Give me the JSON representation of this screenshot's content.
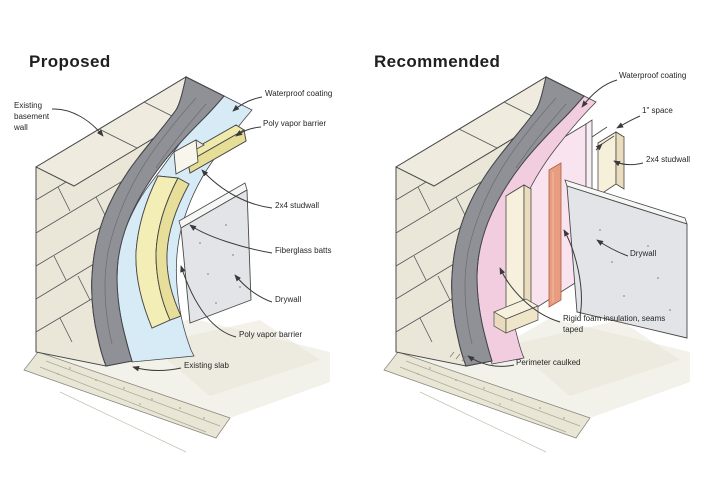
{
  "figure": {
    "description": "Basement wall insulation construction details, proposed vs recommended"
  },
  "diagrams": [
    {
      "id": "proposed",
      "title": "Proposed",
      "labels": [
        {
          "id": "existing-basement-wall",
          "text": "Existing basement wall"
        },
        {
          "id": "waterproof-coating",
          "text": "Waterproof coating"
        },
        {
          "id": "poly-vapor-barrier-top",
          "text": "Poly vapor barrier"
        },
        {
          "id": "studwall",
          "text": "2x4 studwall"
        },
        {
          "id": "fiberglass-batts",
          "text": "Fiberglass batts"
        },
        {
          "id": "drywall",
          "text": "Drywall"
        },
        {
          "id": "poly-vapor-barrier-bottom",
          "text": "Poly vapor barrier"
        },
        {
          "id": "existing-slab",
          "text": "Existing slab"
        }
      ]
    },
    {
      "id": "recommended",
      "title": "Recommended",
      "labels": [
        {
          "id": "waterproof-coating",
          "text": "Waterproof coating"
        },
        {
          "id": "one-inch-space",
          "text": "1\" space"
        },
        {
          "id": "studwall",
          "text": "2x4 studwall"
        },
        {
          "id": "drywall",
          "text": "Drywall"
        },
        {
          "id": "rigid-foam",
          "text": "Rigid foam insulation, seams taped"
        },
        {
          "id": "perimeter-caulked",
          "text": "Perimeter caulked"
        }
      ]
    }
  ],
  "colors": {
    "background": "#ffffff",
    "block_wall": "#eae7d9",
    "block_wall_top": "#efecdf",
    "waterproof_coating": "#8f9196",
    "poly_vapor_barrier": "#d7ebf6",
    "fiberglass_batts": "#f3eeb6",
    "drywall": "#e3e4e7",
    "rigid_foam": "#f9e3ee",
    "foam_cut_edge": "#f2cde0",
    "seam_tape": "#e99d80",
    "stud_wood": "#f6efda",
    "slab": "#e9e6d6",
    "leader_line": "#3a3a3a"
  }
}
